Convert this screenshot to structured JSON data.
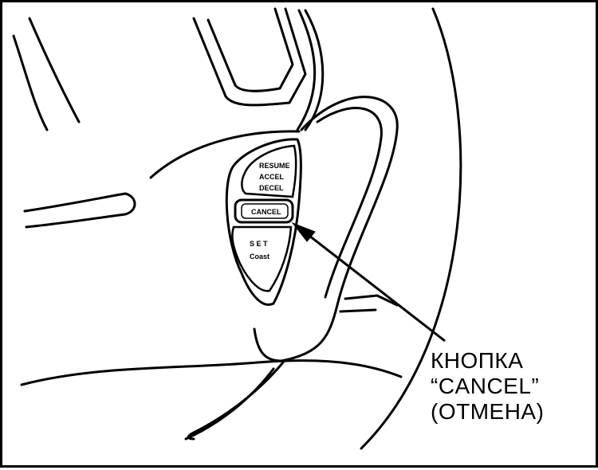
{
  "callout": {
    "line1": "КНОПКА",
    "line2": "“CANCEL”",
    "line3": "(ОТМЕНА)"
  },
  "buttons": {
    "top_line1": "RESUME",
    "top_line2": "ACCEL",
    "top_line3": "DECEL",
    "cancel": "CANCEL",
    "bottom_line1": "S E T",
    "bottom_line2": "Coast"
  },
  "colors": {
    "ink": "#000000",
    "paper": "#ffffff"
  }
}
